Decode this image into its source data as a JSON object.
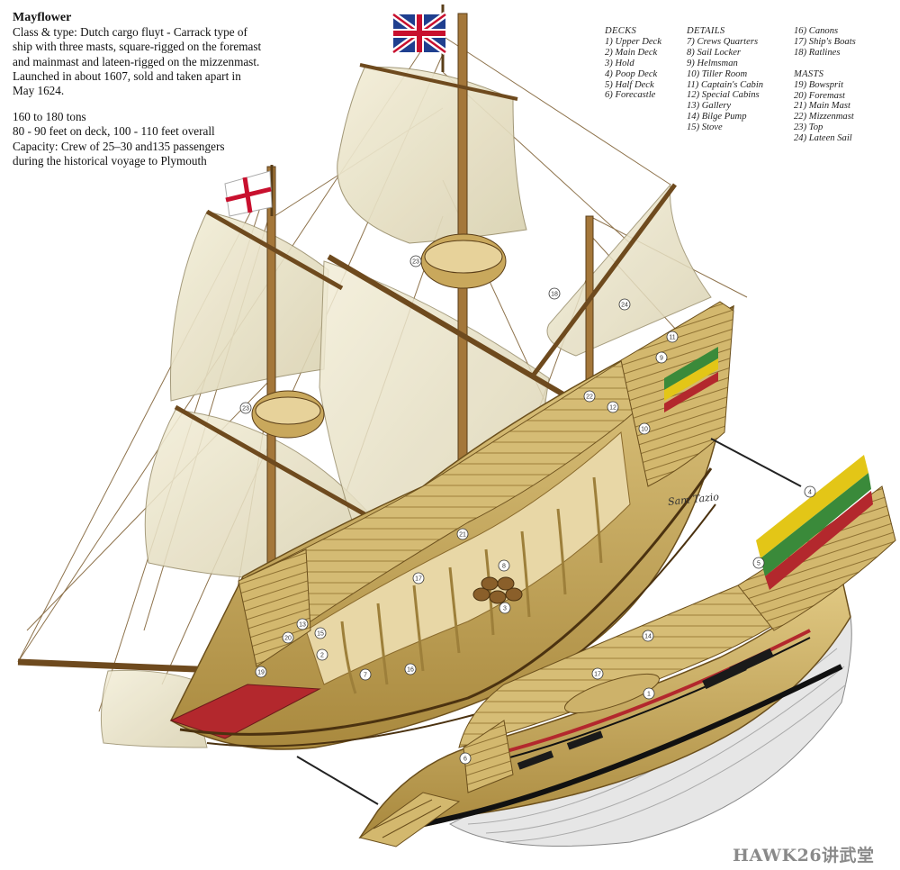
{
  "title": "Mayflower",
  "intro_lines": [
    "Class & type:  Dutch cargo fluyt - Carrack type of",
    "ship with three masts, square-rigged on the foremast",
    "and mainmast and lateen-rigged on the mizzenmast.",
    "Launched in about 1607, sold and taken apart in",
    "May 1624."
  ],
  "specs": [
    "160 to 180 tons",
    "80 - 90 feet on deck, 100 - 110 feet overall",
    "Capacity: Crew of 25–30 and135 passengers",
    "during the historical voyage to Plymouth"
  ],
  "legend": {
    "decks": {
      "heading": "DECKS",
      "items": [
        "1) Upper Deck",
        "2) Main Deck",
        "3) Hold",
        "4) Poop Deck",
        "5) Half Deck",
        "6) Forecastle"
      ]
    },
    "details": {
      "heading": "DETAILS",
      "items": [
        "7) Crews Quarters",
        "8) Sail Locker",
        "9) Helmsman",
        "10) Tiller Room",
        "11) Captain's Cabin",
        "12) Special Cabins",
        "13) Gallery",
        "14) Bilge Pump",
        "15) Stove"
      ]
    },
    "details2": {
      "items": [
        "16) Canons",
        "17) Ship's Boats",
        "18) Ratlines"
      ]
    },
    "masts": {
      "heading": "MASTS",
      "items": [
        "19) Bowsprit",
        "20) Foremast",
        "21) Main Mast",
        "22) Mizzenmast",
        "23) Top",
        "24) Lateen Sail"
      ]
    }
  },
  "callouts": [
    "1",
    "2",
    "3",
    "4",
    "5",
    "6",
    "7",
    "8",
    "9",
    "10",
    "11",
    "12",
    "13",
    "14",
    "15",
    "16",
    "17",
    "18",
    "19",
    "20",
    "21",
    "22",
    "23",
    "24"
  ],
  "signature": "Sam Tazio",
  "watermark": "HAWK26讲武堂",
  "colors": {
    "hull": "#cdb26a",
    "hull_dark": "#8c6d2e",
    "sail": "#ece6cc",
    "rope": "#7a5a2c",
    "wale_red": "#b3282d",
    "wale_yellow": "#e3c617",
    "wale_green": "#3a8a3a",
    "underwater": "#e6e6e6"
  }
}
